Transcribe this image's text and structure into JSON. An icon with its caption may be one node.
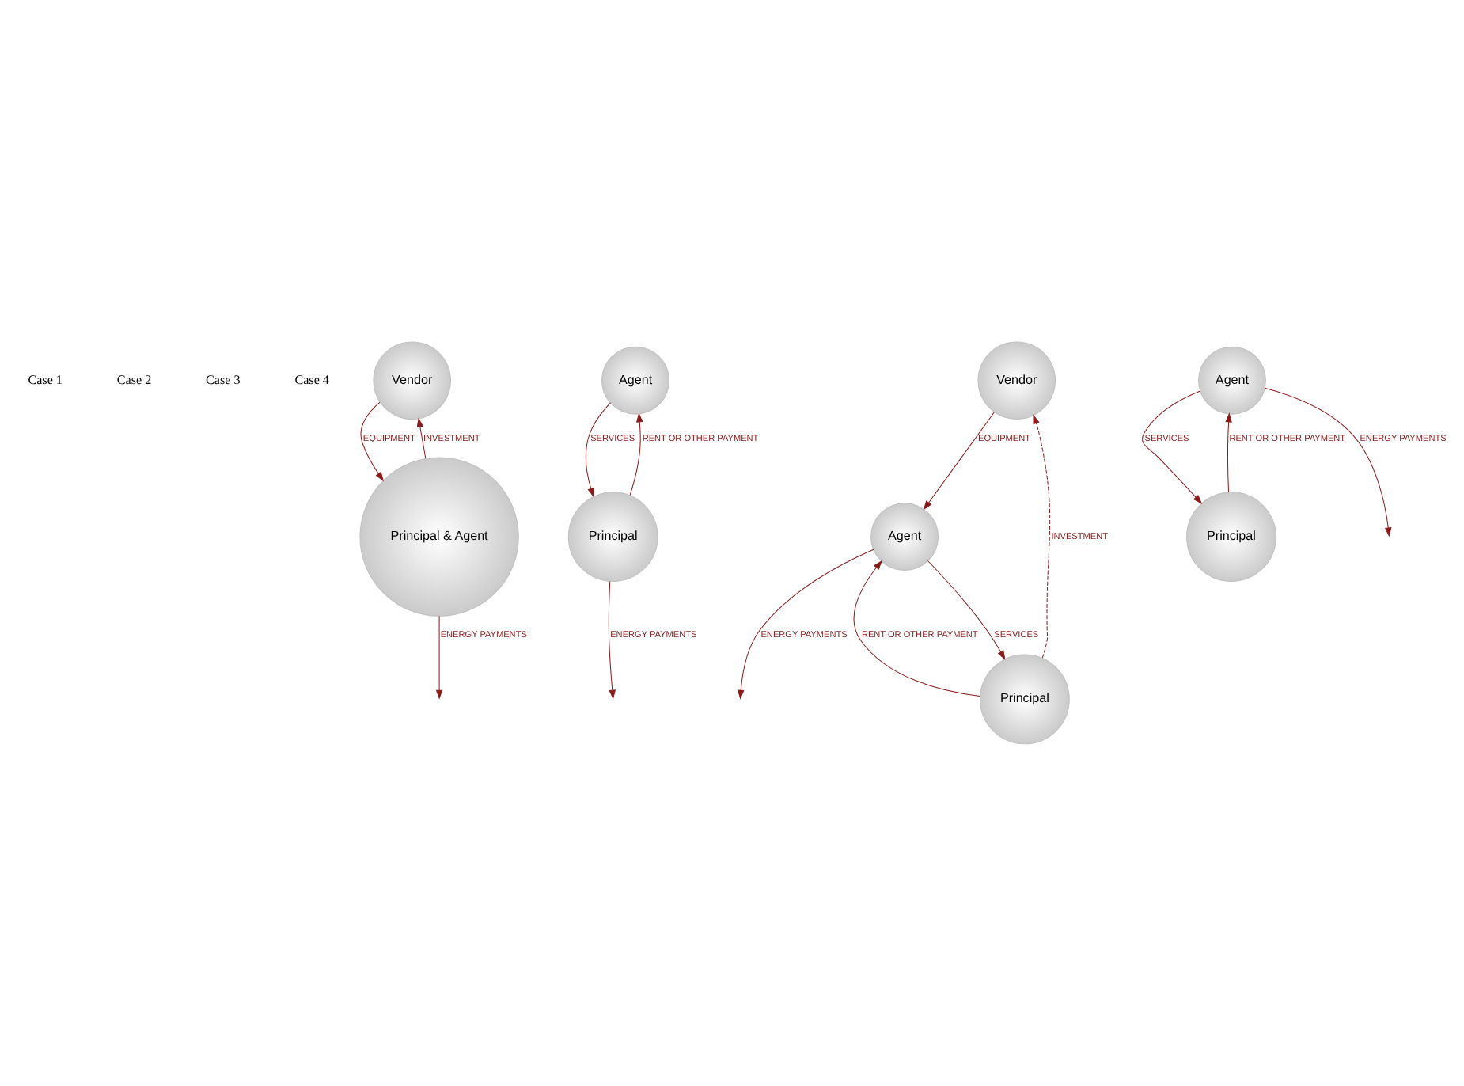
{
  "diagram": {
    "nodes": [
      {
        "text": [
          "Vendor"
        ]
      },
      {
        "text": [
          "Principal & Agent"
        ]
      },
      {
        "text": [
          "Agent"
        ]
      },
      {
        "text": [
          "Principal"
        ]
      },
      {
        "text": [
          "Vendor"
        ]
      },
      {
        "text": [
          "Agent"
        ]
      },
      {
        "text": [
          "Principal"
        ]
      },
      {
        "text": [
          "Agent"
        ]
      },
      {
        "text": [
          "Principal"
        ]
      }
    ],
    "edges": [
      {
        "from": 0,
        "to": 1,
        "arrow": "to",
        "label": "EQUIPMENT"
      },
      {
        "from": 1,
        "to": 0,
        "arrow": "to",
        "label": "INVESTMENT"
      },
      {
        "from": 1,
        "to": null,
        "arrow": "to",
        "label": "ENERGY PAYMENTS"
      },
      {
        "from": 2,
        "to": 3,
        "arrow": "to",
        "label": "SERVICES"
      },
      {
        "from": 3,
        "to": 2,
        "arrow": "to",
        "label": "RENT OR OTHER PAYMENT"
      },
      {
        "from": 3,
        "to": null,
        "arrow": "to",
        "label": "ENERGY PAYMENTS"
      },
      {
        "from": 4,
        "to": 5,
        "arrow": "to",
        "label": "EQUIPMENT"
      },
      {
        "from": 6,
        "to": 4,
        "arrow": "to",
        "label": "INVESTMENT",
        "style": "dashed"
      },
      {
        "from": 5,
        "to": 6,
        "arrow": "to",
        "label": "SERVICES"
      },
      {
        "from": 6,
        "to": 5,
        "arrow": "to",
        "label": "RENT OR OTHER PAYMENT"
      },
      {
        "from": 5,
        "to": null,
        "arrow": "to",
        "label": "ENERGY PAYMENTS"
      },
      {
        "from": 7,
        "to": 8,
        "arrow": "to",
        "label": "SERVICES"
      },
      {
        "from": 8,
        "to": 7,
        "arrow": "to",
        "label": "RENT OR OTHER PAYMENT"
      },
      {
        "from": 7,
        "to": null,
        "arrow": "to",
        "label": "ENERGY PAYMENTS"
      }
    ],
    "labels": [
      "Case 1",
      "Case 2",
      "Case 3",
      "Case 4"
    ]
  }
}
